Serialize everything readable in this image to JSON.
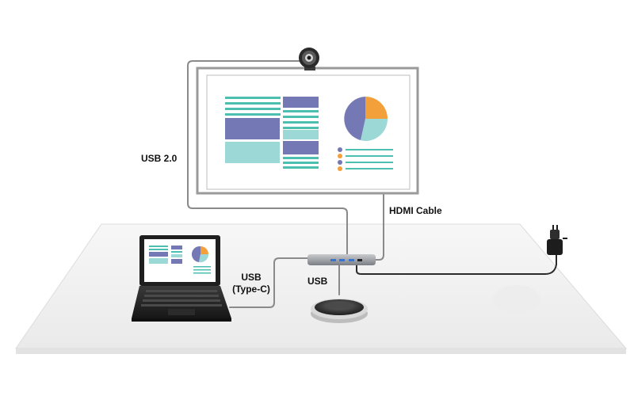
{
  "labels": {
    "usb20": "USB 2.0",
    "hdmi": "HDMI Cable",
    "usb_typec_line1": "USB",
    "usb_typec_line2": "(Type-C)",
    "usb": "USB"
  },
  "colors": {
    "cable": "#8a8a8a",
    "cable_dark": "#2b2b2b",
    "screen_bar_teal": "#4cbfb0",
    "block_purple": "#7478b4",
    "block_light_teal": "#9bd8d6",
    "pie_orange": "#f4a03a",
    "table_surface": "#f0f0f0"
  }
}
